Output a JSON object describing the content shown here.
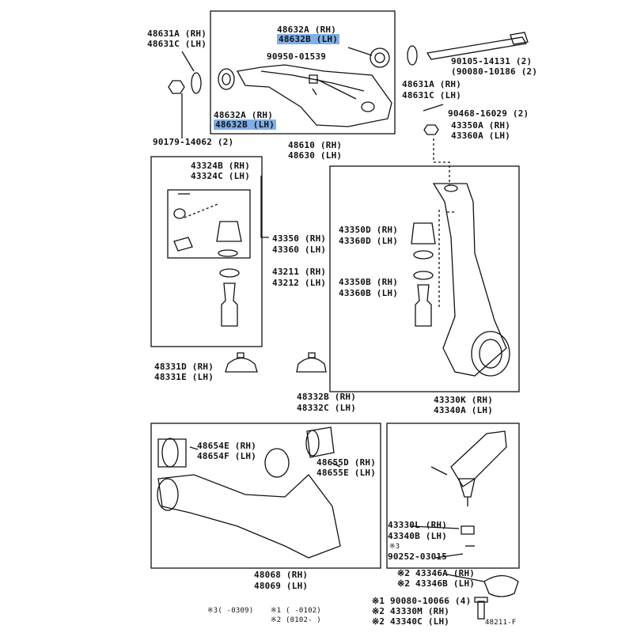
{
  "labels": {
    "p48632a_top": "48632A (RH)",
    "p48632b_top": "48632B (LH)",
    "p90950": "90950-01539",
    "p48632a_bot": "48632A (RH)",
    "p48632b_bot": "48632B (LH)",
    "p48631a_left": "48631A (RH)",
    "p48631c_left": "48631C (LH)",
    "p90179": "90179-14062 (2)",
    "p48610": "48610 (RH)",
    "p48630": "48630 (LH)",
    "p90105": "90105-14131 (2)",
    "p90080_10186": "(90080-10186 (2)",
    "p48631a_right": "48631A (RH)",
    "p48631c_right": "48631C (LH)",
    "p90468": "90468-16029 (2)",
    "p43350a": "43350A (RH)",
    "p43360a": "43360A (LH)",
    "p43324b": "43324B (RH)",
    "p43324c": "43324C (LH)",
    "p43350": "43350 (RH)",
    "p43360": "43360 (LH)",
    "p43211": "43211 (RH)",
    "p43212": "43212 (LH)",
    "p43350d": "43350D (RH)",
    "p43360d": "43360D (LH)",
    "p43350b": "43350B (RH)",
    "p43360b": "43360B (LH)",
    "p48331d": "48331D (RH)",
    "p48331e": "48331E (LH)",
    "p48332b": "48332B (RH)",
    "p48332c": "48332C (LH)",
    "p43330k": "43330K (RH)",
    "p43340a": "43340A (LH)",
    "p48654e": "48654E (RH)",
    "p48654f": "48654F (LH)",
    "p48655d": "48655D (RH)",
    "p48655e": "48655E (LH)",
    "p48068": "48068 (RH)",
    "p48069": "48069 (LH)",
    "p43330l": "43330L (RH)",
    "p43340b": "43340B (LH)",
    "mark3": "※3",
    "p90252": "90252-03015",
    "p43346a": "※2 43346A (RH)",
    "p43346b": "※2 43346B (LH)",
    "p90080_10066": "※1 90080-10066 (4)",
    "p43330m": "※2 43330M (RH)",
    "p43340c": "※2 43340C (LH)",
    "note3": "※3(     -0309)",
    "note1": "※1 (     -0102)",
    "note2": "※2 (0102-     )",
    "fig_code": "48211-F"
  },
  "highlight_color": "#7fb0e8"
}
